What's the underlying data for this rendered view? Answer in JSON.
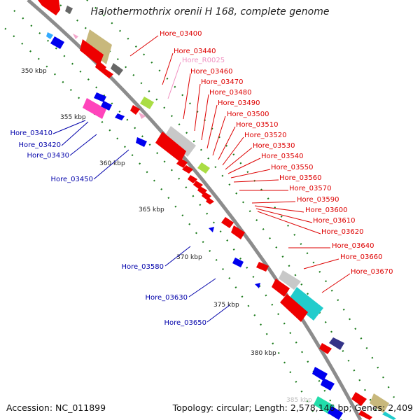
{
  "title": "Halothermothrix orenii H 168, complete genome",
  "footer": {
    "accession": "Accession: NC_011899",
    "summary": "Topology: circular; Length: 2,578,146 bp; Genes: 2,409"
  },
  "scale": {
    "unit": "kbp",
    "ticks": [
      {
        "label": "350 kbp",
        "value": 350
      },
      {
        "label": "355 kbp",
        "value": 355
      },
      {
        "label": "360 kbp",
        "value": 360
      },
      {
        "label": "365 kbp",
        "value": 365
      },
      {
        "label": "370 kbp",
        "value": 370
      },
      {
        "label": "375 kbp",
        "value": 375
      },
      {
        "label": "380 kbp",
        "value": 380
      },
      {
        "label": "385 kbp",
        "value": 385
      }
    ]
  },
  "genes": {
    "forward": [
      "Hore_03400",
      "Hore_03440",
      "Hore_R0025",
      "Hore_03460",
      "Hore_03470",
      "Hore_03480",
      "Hore_03490",
      "Hore_03500",
      "Hore_03510",
      "Hore_03520",
      "Hore_03530",
      "Hore_03540",
      "Hore_03550",
      "Hore_03560",
      "Hore_03570",
      "Hore_03590",
      "Hore_03600",
      "Hore_03610",
      "Hore_03620",
      "Hore_03640",
      "Hore_03660",
      "Hore_03670"
    ],
    "reverse": [
      "Hore_03410",
      "Hore_03420",
      "Hore_03430",
      "Hore_03450",
      "Hore_03580",
      "Hore_03630",
      "Hore_03650"
    ]
  },
  "colors": {
    "forward_label": "#dd0000",
    "rna_label": "#f090c0",
    "reverse_label": "#0000aa",
    "backbone": "#8c8c8c",
    "tick": "#1a7a1a"
  }
}
